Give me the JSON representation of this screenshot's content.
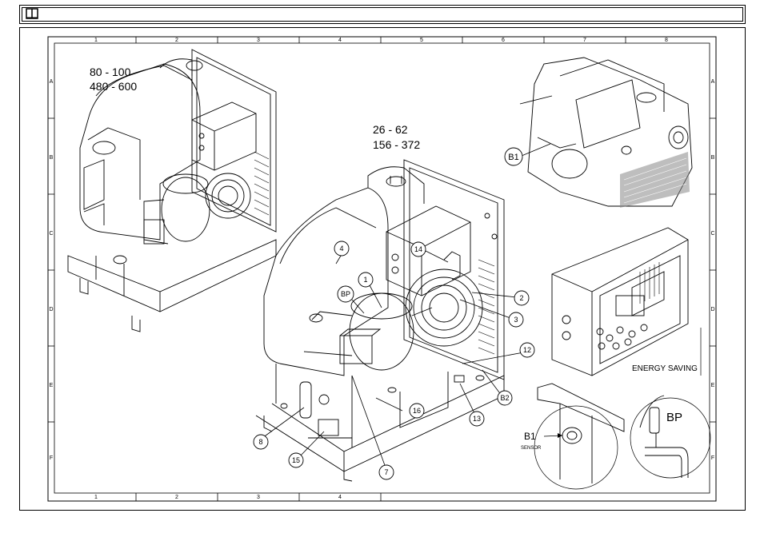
{
  "header": {
    "icon": "book-icon"
  },
  "grid": {
    "columns": [
      "1",
      "2",
      "3",
      "4",
      "5",
      "6",
      "7",
      "8"
    ],
    "bottom_columns": [
      "1",
      "2",
      "3",
      "4"
    ],
    "rows": [
      "A",
      "B",
      "C",
      "D",
      "E",
      "F"
    ]
  },
  "models": {
    "large": {
      "line1": "80 - 100",
      "line2": "480 - 600"
    },
    "small": {
      "line1": "26 - 62",
      "line2": "156 - 372"
    }
  },
  "callouts": [
    "1",
    "2",
    "3",
    "4",
    "BP",
    "7",
    "8",
    "12",
    "13",
    "14",
    "15",
    "16",
    "B2",
    "B1"
  ],
  "detail": {
    "b1_top": "B1",
    "energy_saving": "ENERGY SAVING",
    "b1_sensor": "B1",
    "sensor": "SENSOR",
    "bp": "BP"
  }
}
